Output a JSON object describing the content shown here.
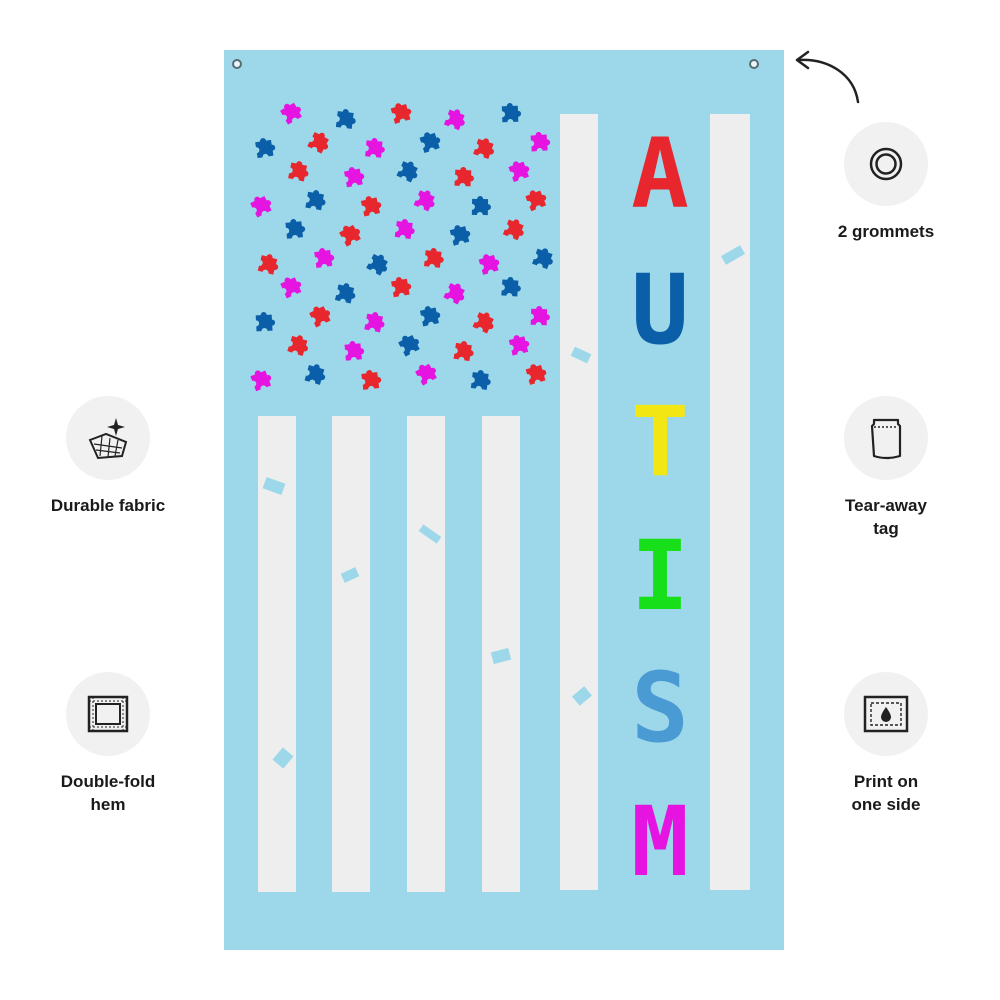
{
  "product": {
    "flag_word": [
      "A",
      "U",
      "T",
      "I",
      "S",
      "M"
    ],
    "letter_colors": [
      "#e8262d",
      "#0b5fa8",
      "#f2e614",
      "#17e01a",
      "#4a9ad4",
      "#e514e0"
    ],
    "background_color": "#9dd8ea",
    "stripe_color": "#eeeeee",
    "puzzle_colors": [
      "#e514e0",
      "#f2e614",
      "#0b5fa8",
      "#17e01a",
      "#e8262d",
      "#4a9ad4"
    ]
  },
  "features": [
    {
      "label": "2 grommets",
      "icon": "grommet-icon"
    },
    {
      "label": "Durable fabric",
      "icon": "fabric-icon"
    },
    {
      "label": "Tear-away\ntag",
      "icon": "tag-icon"
    },
    {
      "label": "Double-fold\nhem",
      "icon": "hem-icon"
    },
    {
      "label": "Print on\none side",
      "icon": "print-icon"
    }
  ]
}
